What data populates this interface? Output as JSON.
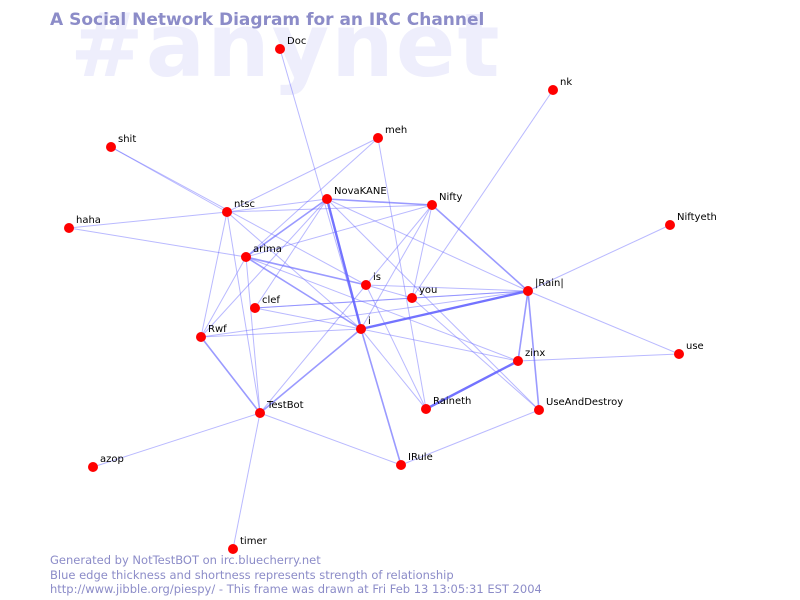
{
  "watermark": "#anynet",
  "title": "A Social Network Diagram for an IRC Channel",
  "footer": {
    "line1": "Generated by NotTestBOT on irc.bluecherry.net",
    "line2": "Blue edge thickness and shortness represents strength of relationship",
    "line3": "http://www.jibble.org/piespy/ - This frame was drawn at Fri Feb 13 13:05:31 EST 2004"
  },
  "colors": {
    "node": "#ff0000",
    "edge": "#6464ff",
    "title": "#8c8cc8",
    "watermark": "#eeeefc"
  },
  "nodes": [
    {
      "id": "Doc",
      "label": "Doc"
    },
    {
      "id": "nk",
      "label": "nk"
    },
    {
      "id": "shit",
      "label": "shit"
    },
    {
      "id": "meh",
      "label": "meh"
    },
    {
      "id": "NovaKANE",
      "label": "NovaKANE"
    },
    {
      "id": "Nifty",
      "label": "Nifty"
    },
    {
      "id": "ntsc",
      "label": "ntsc"
    },
    {
      "id": "haha",
      "label": "haha"
    },
    {
      "id": "Niftyeth",
      "label": "Niftyeth"
    },
    {
      "id": "arima",
      "label": "arima"
    },
    {
      "id": "is",
      "label": "is"
    },
    {
      "id": "Rain",
      "label": "|Rain|"
    },
    {
      "id": "you",
      "label": "you"
    },
    {
      "id": "clef",
      "label": "clef"
    },
    {
      "id": "i",
      "label": "i"
    },
    {
      "id": "Rwf",
      "label": "Rwf"
    },
    {
      "id": "use",
      "label": "use"
    },
    {
      "id": "zinx",
      "label": "zinx"
    },
    {
      "id": "UseAndDestroy",
      "label": "UseAndDestroy"
    },
    {
      "id": "Raineth",
      "label": "Raineth"
    },
    {
      "id": "TestBot",
      "label": "TestBot"
    },
    {
      "id": "IRule",
      "label": "IRule"
    },
    {
      "id": "azop",
      "label": "azop"
    },
    {
      "id": "timer",
      "label": "timer"
    }
  ],
  "edges": [
    {
      "from": "Doc",
      "to": "i",
      "weight": 1
    },
    {
      "from": "nk",
      "to": "you",
      "weight": 1
    },
    {
      "from": "shit",
      "to": "ntsc",
      "weight": 1
    },
    {
      "from": "shit",
      "to": "is",
      "weight": 1
    },
    {
      "from": "meh",
      "to": "ntsc",
      "weight": 1
    },
    {
      "from": "meh",
      "to": "arima",
      "weight": 1
    },
    {
      "from": "meh",
      "to": "Raineth",
      "weight": 1
    },
    {
      "from": "haha",
      "to": "ntsc",
      "weight": 1
    },
    {
      "from": "haha",
      "to": "arima",
      "weight": 1
    },
    {
      "from": "ntsc",
      "to": "NovaKANE",
      "weight": 1
    },
    {
      "from": "ntsc",
      "to": "Nifty",
      "weight": 1
    },
    {
      "from": "ntsc",
      "to": "TestBot",
      "weight": 1
    },
    {
      "from": "ntsc",
      "to": "i",
      "weight": 1
    },
    {
      "from": "ntsc",
      "to": "Rwf",
      "weight": 1
    },
    {
      "from": "NovaKANE",
      "to": "Nifty",
      "weight": 2
    },
    {
      "from": "NovaKANE",
      "to": "arima",
      "weight": 2
    },
    {
      "from": "NovaKANE",
      "to": "i",
      "weight": 3
    },
    {
      "from": "NovaKANE",
      "to": "clef",
      "weight": 1
    },
    {
      "from": "NovaKANE",
      "to": "Rain",
      "weight": 1
    },
    {
      "from": "NovaKANE",
      "to": "UseAndDestroy",
      "weight": 1
    },
    {
      "from": "NovaKANE",
      "to": "Rwf",
      "weight": 1
    },
    {
      "from": "Nifty",
      "to": "arima",
      "weight": 1
    },
    {
      "from": "Nifty",
      "to": "Rain",
      "weight": 2
    },
    {
      "from": "Nifty",
      "to": "i",
      "weight": 1
    },
    {
      "from": "Nifty",
      "to": "you",
      "weight": 1
    },
    {
      "from": "Nifty",
      "to": "is",
      "weight": 1
    },
    {
      "from": "Niftyeth",
      "to": "Rain",
      "weight": 1
    },
    {
      "from": "arima",
      "to": "is",
      "weight": 2
    },
    {
      "from": "arima",
      "to": "i",
      "weight": 2
    },
    {
      "from": "arima",
      "to": "zinx",
      "weight": 1
    },
    {
      "from": "arima",
      "to": "Rwf",
      "weight": 1
    },
    {
      "from": "arima",
      "to": "TestBot",
      "weight": 1
    },
    {
      "from": "is",
      "to": "you",
      "weight": 1
    },
    {
      "from": "is",
      "to": "Raineth",
      "weight": 1
    },
    {
      "from": "is",
      "to": "TestBot",
      "weight": 1
    },
    {
      "from": "is",
      "to": "Rain",
      "weight": 1
    },
    {
      "from": "you",
      "to": "Rain",
      "weight": 1
    },
    {
      "from": "you",
      "to": "clef",
      "weight": 1
    },
    {
      "from": "you",
      "to": "UseAndDestroy",
      "weight": 1
    },
    {
      "from": "Rain",
      "to": "i",
      "weight": 3
    },
    {
      "from": "Rain",
      "to": "zinx",
      "weight": 2
    },
    {
      "from": "Rain",
      "to": "UseAndDestroy",
      "weight": 2
    },
    {
      "from": "Rain",
      "to": "use",
      "weight": 1
    },
    {
      "from": "Rain",
      "to": "clef",
      "weight": 1
    },
    {
      "from": "Rain",
      "to": "Rwf",
      "weight": 1
    },
    {
      "from": "i",
      "to": "TestBot",
      "weight": 2
    },
    {
      "from": "i",
      "to": "IRule",
      "weight": 2
    },
    {
      "from": "i",
      "to": "Raineth",
      "weight": 1
    },
    {
      "from": "i",
      "to": "zinx",
      "weight": 1
    },
    {
      "from": "i",
      "to": "clef",
      "weight": 1
    },
    {
      "from": "i",
      "to": "Rwf",
      "weight": 1
    },
    {
      "from": "zinx",
      "to": "Raineth",
      "weight": 3
    },
    {
      "from": "zinx",
      "to": "use",
      "weight": 1
    },
    {
      "from": "Rwf",
      "to": "TestBot",
      "weight": 2
    },
    {
      "from": "TestBot",
      "to": "IRule",
      "weight": 1
    },
    {
      "from": "TestBot",
      "to": "azop",
      "weight": 1
    },
    {
      "from": "TestBot",
      "to": "timer",
      "weight": 1
    },
    {
      "from": "IRule",
      "to": "UseAndDestroy",
      "weight": 1
    }
  ]
}
